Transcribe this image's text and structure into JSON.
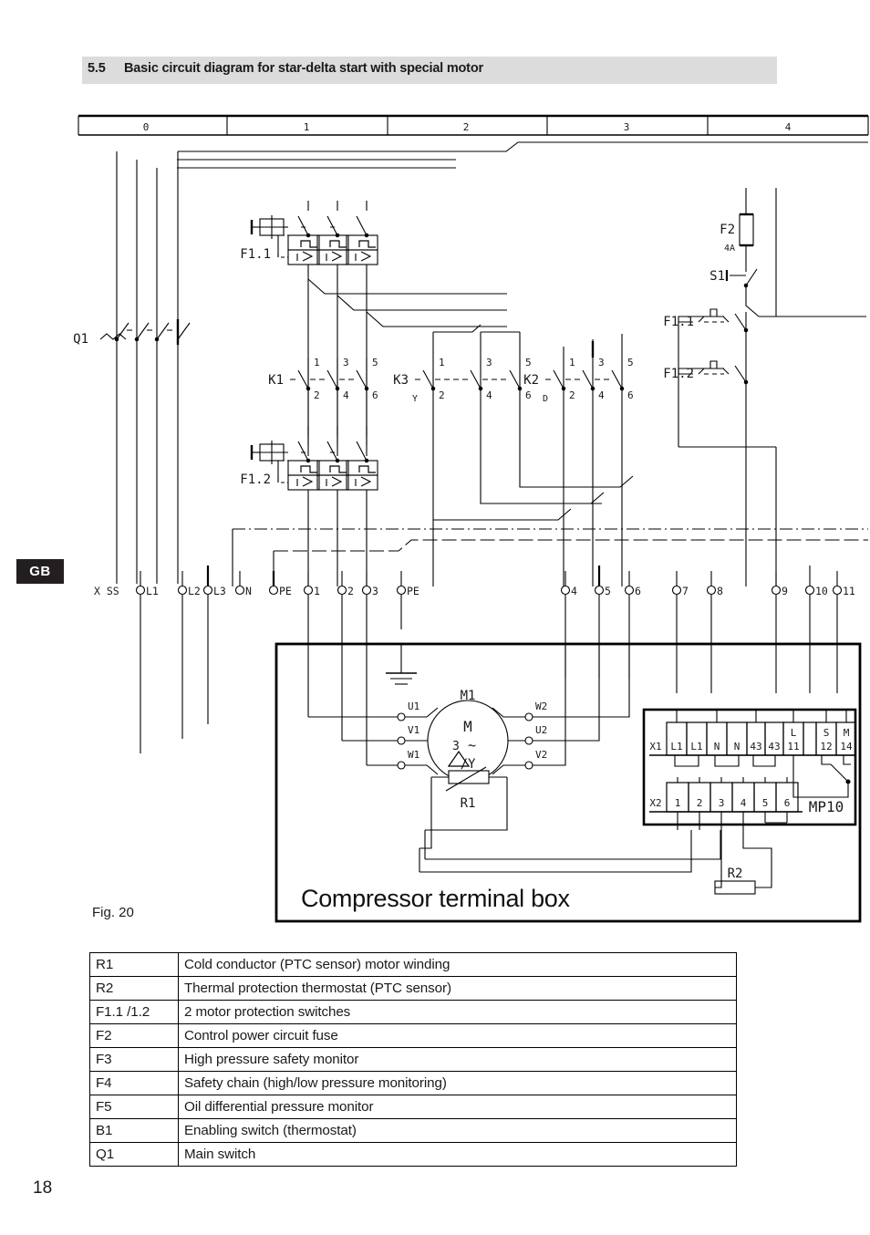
{
  "section": {
    "number": "5.5",
    "title": "Basic circuit diagram for star-delta start with special motor"
  },
  "language_tab": "GB",
  "page_number": "18",
  "figure": {
    "caption": "Fig. 20",
    "box_label": "Compressor terminal box"
  },
  "ruler": {
    "columns": [
      "0",
      "1",
      "2",
      "3",
      "4"
    ]
  },
  "power_circuit": {
    "main_switch": "Q1",
    "protection_switch_1": "F1.1",
    "protection_switch_2": "F1.2",
    "contactor_main": "K1",
    "contactor_star": "K3",
    "contactor_star_sub": "Y",
    "contactor_delta": "K2",
    "contactor_delta_sub": "D",
    "contact_top_numbers": [
      "1",
      "3",
      "5"
    ],
    "contact_bottom_numbers": [
      "2",
      "4",
      "6"
    ]
  },
  "control_circuit": {
    "fuse": "F2",
    "fuse_rating": "4A",
    "switch": "S1",
    "aux_contact_1": "F1.1",
    "aux_contact_2": "F1.2"
  },
  "terminal_strip": {
    "name": "X SS",
    "terminals": [
      "L1",
      "L2",
      "L3",
      "N",
      "PE",
      "1",
      "2",
      "3",
      "PE",
      "4",
      "5",
      "6",
      "7",
      "8",
      "9",
      "10",
      "11"
    ]
  },
  "motor": {
    "designation": "M1",
    "symbol_letter": "M",
    "phases": "3",
    "ac_symbol": "~",
    "connection": "/Y",
    "terminals_left": [
      "U1",
      "V1",
      "W1"
    ],
    "terminals_right": [
      "W2",
      "U2",
      "V2"
    ],
    "ptc_sensor": "R1"
  },
  "module": {
    "name": "MP10",
    "row1_label": "X1",
    "row1_terminals": [
      "L1",
      "L1",
      "N",
      "N",
      "43",
      "43",
      "L\n11",
      "",
      "S\n12",
      "",
      "M\n14"
    ],
    "row1_top": [
      "",
      "",
      "",
      "",
      "",
      "",
      "L",
      "",
      "S",
      "",
      "M"
    ],
    "row1_bottom": [
      "L1",
      "L1",
      "N",
      "N",
      "43",
      "43",
      "11",
      "",
      "12",
      "",
      "14"
    ],
    "row2_label": "X2",
    "row2_terminals": [
      "1",
      "2",
      "3",
      "4",
      "5",
      "6"
    ],
    "thermostat": "R2"
  },
  "legend": {
    "rows": [
      {
        "key": "R1",
        "desc": "Cold conductor (PTC sensor) motor winding"
      },
      {
        "key": "R2",
        "desc": "Thermal protection thermostat (PTC sensor)"
      },
      {
        "key": "F1.1 /1.2",
        "desc": "2 motor protection switches"
      },
      {
        "key": "F2",
        "desc": "Control power circuit fuse"
      },
      {
        "key": "F3",
        "desc": "High pressure safety monitor"
      },
      {
        "key": "F4",
        "desc": "Safety chain (high/low pressure monitoring)"
      },
      {
        "key": "F5",
        "desc": "Oil differential pressure monitor"
      },
      {
        "key": "B1",
        "desc": "Enabling switch (thermostat)"
      },
      {
        "key": "Q1",
        "desc": "Main switch"
      }
    ]
  }
}
